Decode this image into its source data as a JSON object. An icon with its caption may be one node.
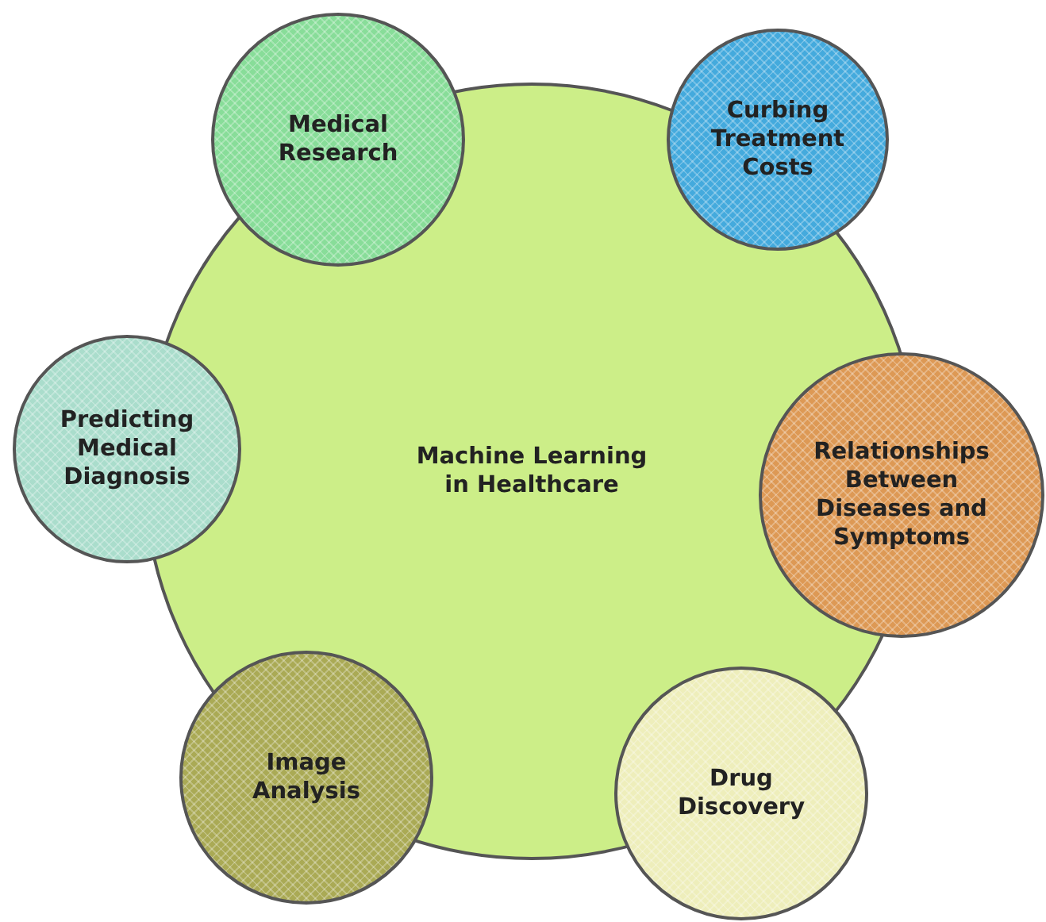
{
  "diagram": {
    "nodes": [
      {
        "text": [
          "Machine Learning in Healthcare"
        ]
      },
      {
        "text": [
          "Medical Research"
        ]
      },
      {
        "text": [
          "Curbing Treatment Costs"
        ]
      },
      {
        "text": [
          "Predicting Medical Diagnosis"
        ]
      },
      {
        "text": [
          "Relationships Between Diseases and Symptoms"
        ]
      },
      {
        "text": [
          "Image Analysis"
        ]
      },
      {
        "text": [
          "Drug Discovery"
        ]
      }
    ]
  }
}
